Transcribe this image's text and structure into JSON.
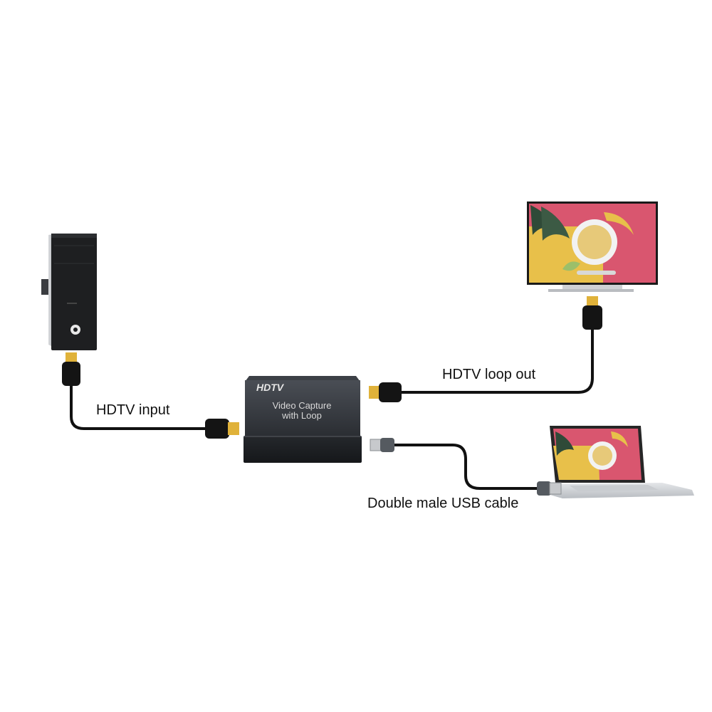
{
  "diagram": {
    "labels": {
      "hdtv_input": "HDTV  input",
      "hdtv_loop_out": "HDTV  loop out",
      "usb_cable": "Double male USB cable"
    },
    "capture_device": {
      "brand": "HDTV",
      "line1": "Video   Capture",
      "line2": "with Loop"
    },
    "nodes": [
      "pc-tower",
      "capture-box",
      "tv-monitor",
      "laptop"
    ],
    "edges": [
      {
        "from": "pc-tower",
        "to": "capture-box",
        "label": "HDTV  input"
      },
      {
        "from": "capture-box",
        "to": "tv-monitor",
        "label": "HDTV  loop out"
      },
      {
        "from": "capture-box",
        "to": "laptop",
        "label": "Double male USB cable"
      }
    ],
    "colors": {
      "cable": "#111111",
      "device_body": "#2b2e33",
      "gold_connector": "#e0b23a",
      "tv_bg": "#d9566f",
      "tv_panel": "#e8c04a"
    }
  }
}
